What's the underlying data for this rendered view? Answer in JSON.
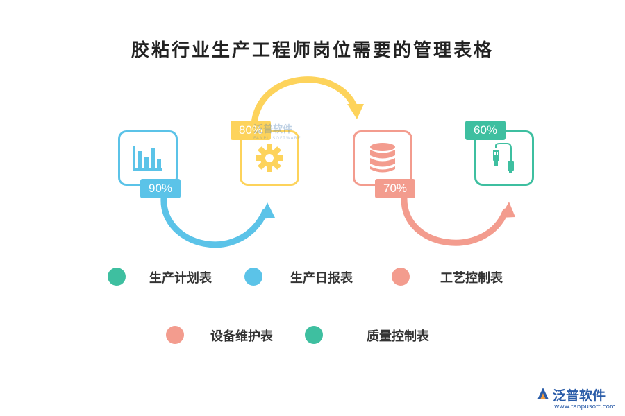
{
  "title": "胶粘行业生产工程师岗位需要的管理表格",
  "colors": {
    "blue": "#5bc3e8",
    "yellow": "#fdd35b",
    "salmon": "#f39c8e",
    "teal": "#3ebfa0"
  },
  "steps": [
    {
      "percent": "90%",
      "icon": "bar-chart-icon",
      "color": "#5bc3e8"
    },
    {
      "percent": "80%",
      "icon": "gear-icon",
      "color": "#fdd35b"
    },
    {
      "percent": "70%",
      "icon": "database-icon",
      "color": "#f39c8e"
    },
    {
      "percent": "60%",
      "icon": "usb-cable-icon",
      "color": "#3ebfa0"
    }
  ],
  "legend": [
    {
      "label": "生产计划表",
      "color": "#3ebfa0"
    },
    {
      "label": "生产日报表",
      "color": "#5bc3e8"
    },
    {
      "label": "工艺控制表",
      "color": "#f39c8e"
    },
    {
      "label": "设备维护表",
      "color": "#f39c8e"
    },
    {
      "label": "质量控制表",
      "color": "#3ebfa0"
    }
  ],
  "watermark": {
    "text": "泛普软件",
    "sub": "FANPU SOFTWARE"
  },
  "logo": {
    "brand": "泛普软件",
    "url": "www.fanpusoft.com"
  }
}
